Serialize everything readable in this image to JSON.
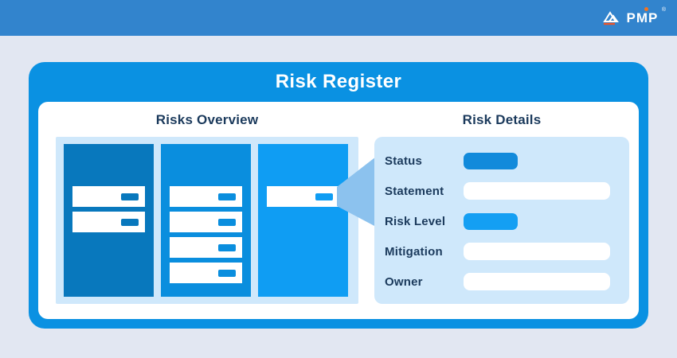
{
  "topbar": {
    "logo": {
      "text": "PMP",
      "registered": "®"
    }
  },
  "card": {
    "title": "Risk Register"
  },
  "overview": {
    "title": "Risks Overview",
    "board": {
      "columns": [
        {
          "name": "column-1",
          "color": "#0878bd",
          "cards": 2
        },
        {
          "name": "column-2",
          "color": "#0a8ede",
          "cards": 4
        },
        {
          "name": "column-3",
          "color": "#0f9df3",
          "cards": 1
        }
      ]
    }
  },
  "details": {
    "title": "Risk Details",
    "fields": [
      {
        "label": "Status",
        "control": "pill",
        "color": "#118adb"
      },
      {
        "label": "Statement",
        "control": "input"
      },
      {
        "label": "Risk Level",
        "control": "pill",
        "color": "#149ff3"
      },
      {
        "label": "Mitigation",
        "control": "input"
      },
      {
        "label": "Owner",
        "control": "input"
      }
    ]
  },
  "colors": {
    "page_bg": "#e2e7f2",
    "topbar": "#3284cd",
    "card": "#0a91e2",
    "panel_bg": "#cfe8fb",
    "wedge": "#8cc2ee",
    "text_navy": "#1b3a5c",
    "logo_orange": "#f4731f"
  }
}
